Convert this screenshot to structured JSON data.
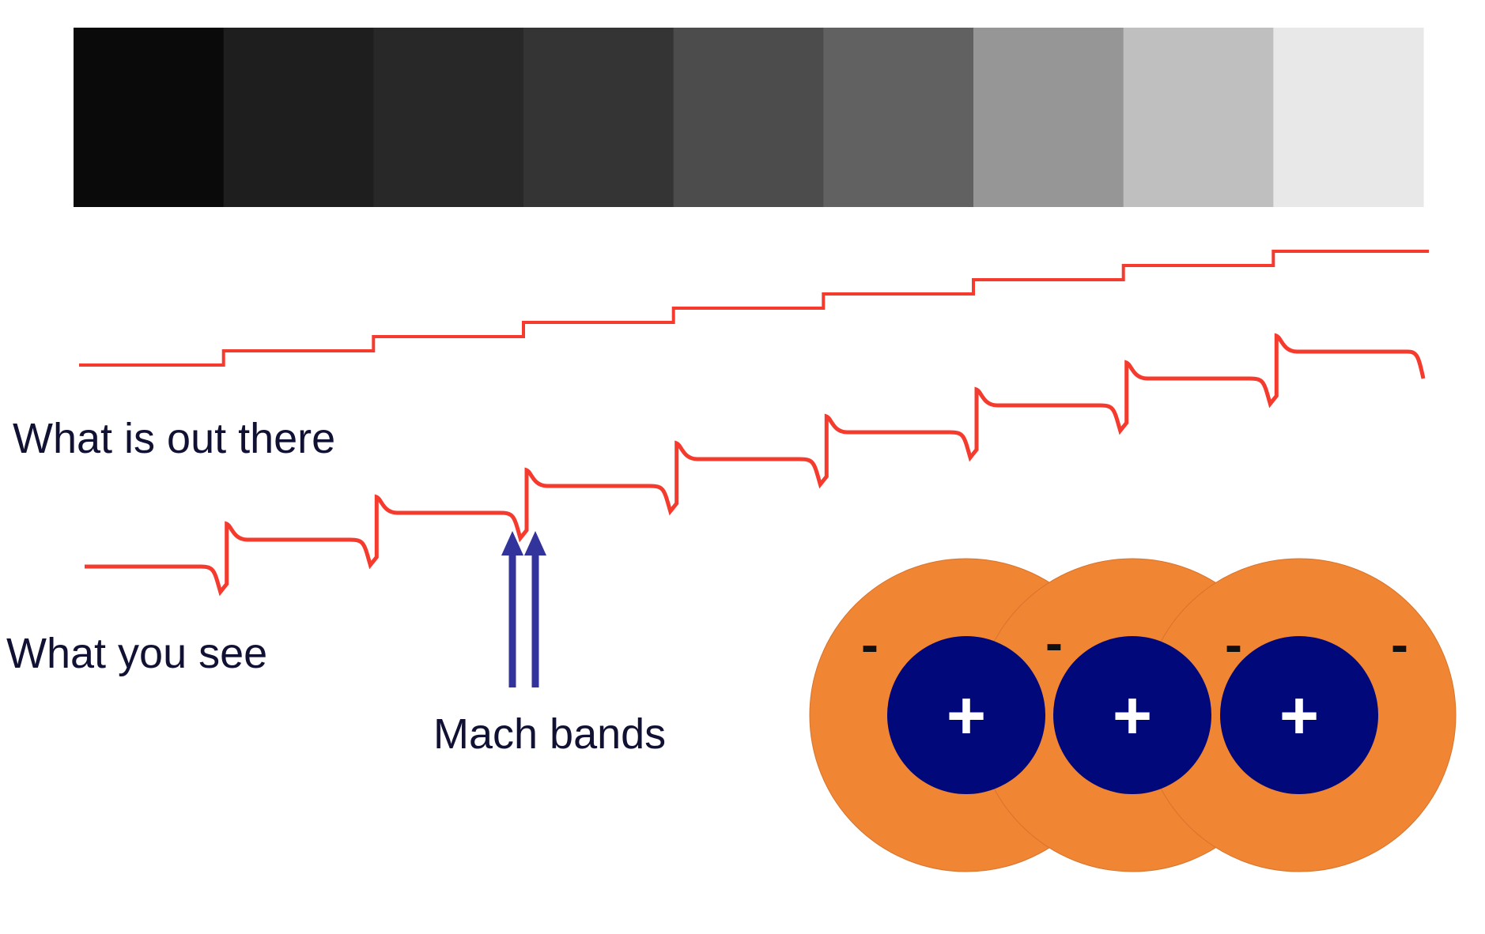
{
  "gray_scale": {
    "swatches": [
      "#0a0a0a",
      "#1e1e1e",
      "#282828",
      "#343434",
      "#4c4c4c",
      "#616161",
      "#969696",
      "#bfbfbf",
      "#e8e8e8"
    ]
  },
  "labels": {
    "actual_luminance": "What is out there",
    "perceived_brightness": "What you see",
    "mach_bands": "Mach bands"
  },
  "cells": {
    "count": 3,
    "surround_sign": "-",
    "center_sign": "+",
    "surround_color": "#f08534",
    "center_color": "#00087a"
  },
  "colors": {
    "profile_line": "#f43b2e",
    "arrow": "#33339c",
    "text": "#111133"
  }
}
